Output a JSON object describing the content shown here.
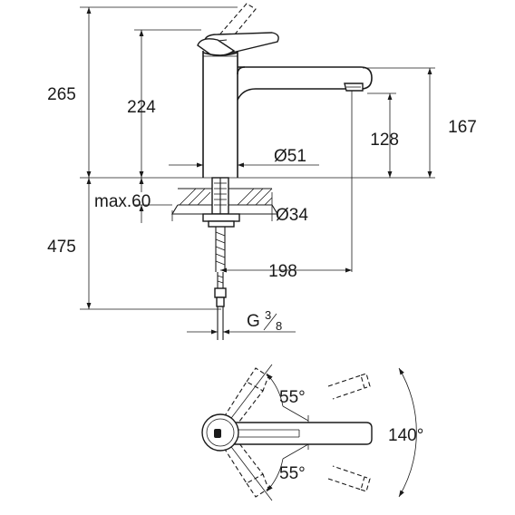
{
  "dimensions": {
    "total_height": "265",
    "body_height": "224",
    "spout_height": "167",
    "outlet_height": "128",
    "body_diameter": "Ø51",
    "max_deck": "max.60",
    "hole_diameter": "Ø34",
    "below_deck": "475",
    "spout_reach": "198",
    "thread_letter": "G",
    "thread_num": "3",
    "thread_den": "8"
  },
  "angles": {
    "upper": "55°",
    "lower": "55°",
    "swivel": "140°"
  }
}
